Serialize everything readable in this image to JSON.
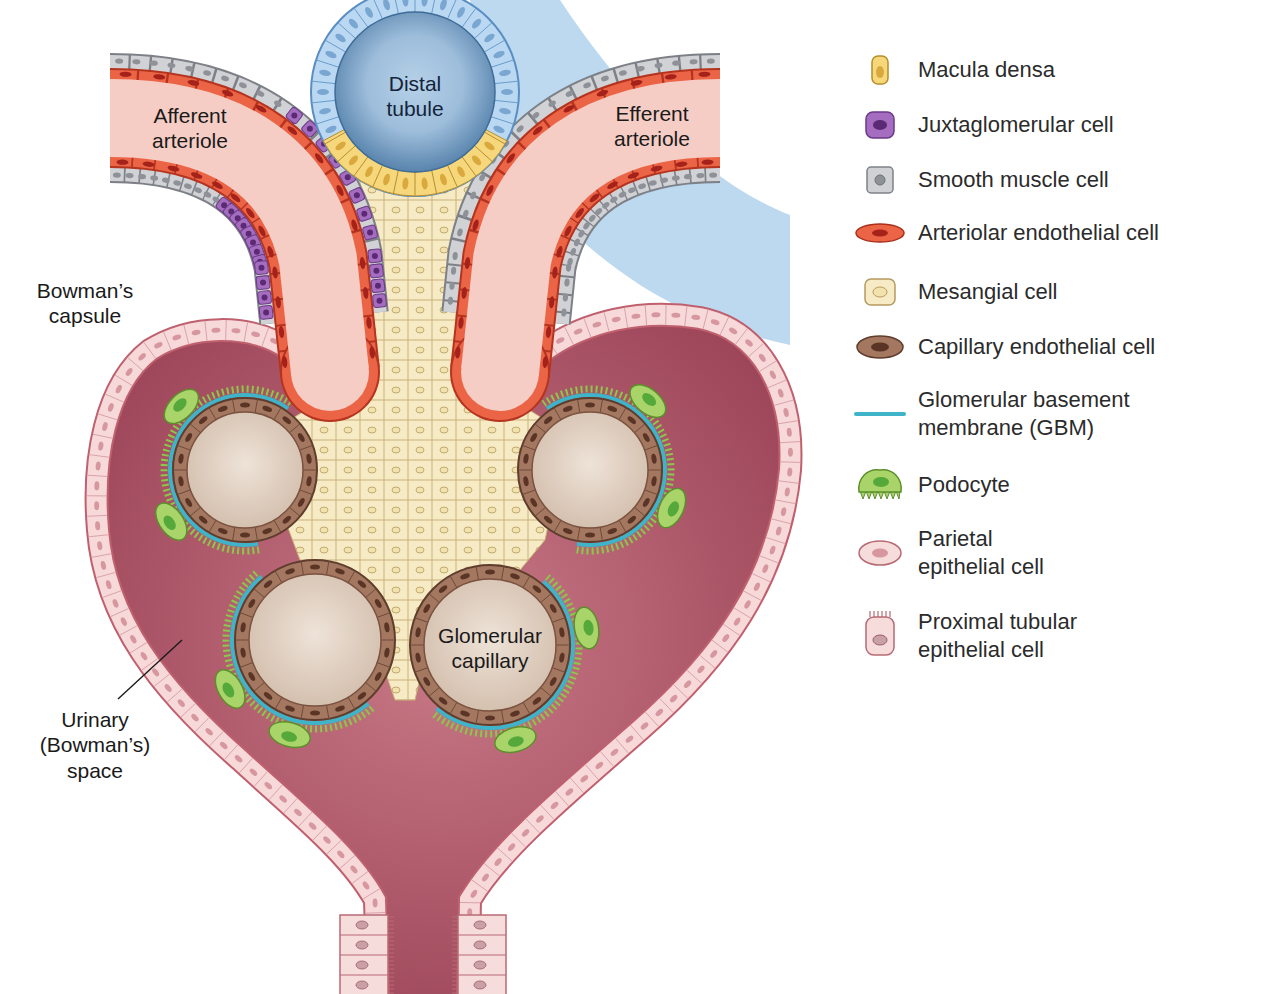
{
  "diagram": {
    "nodes": [
      {
        "text": [
          "Distal tubule"
        ]
      },
      {
        "text": [
          "Afferent arteriole"
        ]
      },
      {
        "text": [
          "Efferent arteriole"
        ]
      },
      {
        "text": [
          "Glomerular capillary"
        ]
      }
    ],
    "labels": [
      "Bowman’s capsule",
      "Urinary (Bowman’s) space"
    ],
    "legend": [
      {
        "text": "Macula densa"
      },
      {
        "text": "Juxtaglomerular cell"
      },
      {
        "text": "Smooth muscle cell"
      },
      {
        "text": "Arteriolar endothelial cell"
      },
      {
        "text": "Mesangial cell"
      },
      {
        "text": "Capillary endothelial cell"
      },
      {
        "text": "Glomerular basement membrane (GBM)"
      },
      {
        "text": "Podocyte"
      },
      {
        "text": "Parietal epithelial cell"
      },
      {
        "text": "Proximal tubular epithelial cell"
      }
    ]
  }
}
